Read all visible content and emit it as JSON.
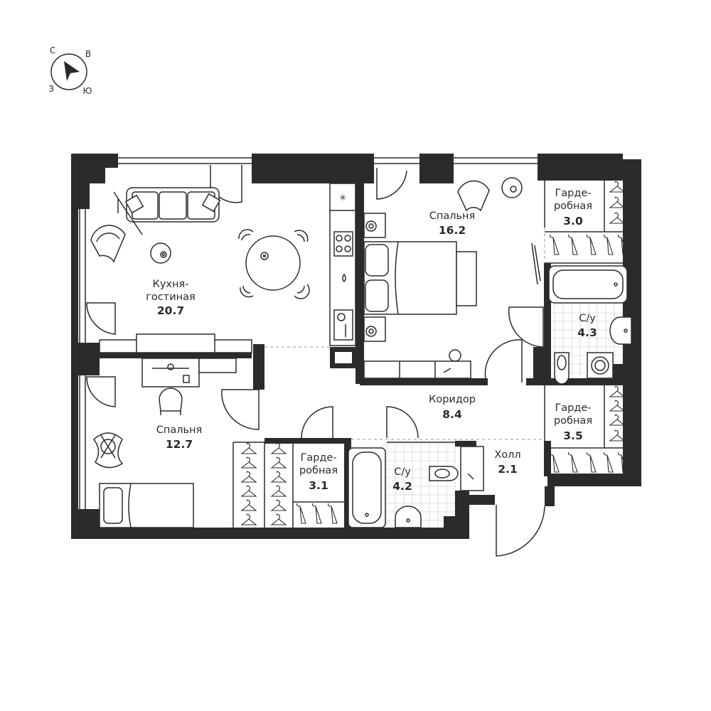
{
  "compass": {
    "north": "С",
    "east": "В",
    "west": "З",
    "south": "Ю",
    "icon": "compass-arrow-icon"
  },
  "rooms": [
    {
      "id": "kitchen-living",
      "name_lines": [
        "Кухня-",
        "гостиная"
      ],
      "area": "20.7"
    },
    {
      "id": "bedroom-1",
      "name_lines": [
        "Спальня"
      ],
      "area": "16.2"
    },
    {
      "id": "wardrobe-1",
      "name_lines": [
        "Гарде-",
        "робная"
      ],
      "area": "3.0"
    },
    {
      "id": "bathroom-1",
      "name_lines": [
        "С/у"
      ],
      "area": "4.3"
    },
    {
      "id": "wardrobe-2",
      "name_lines": [
        "Гарде-",
        "робная"
      ],
      "area": "3.5"
    },
    {
      "id": "corridor",
      "name_lines": [
        "Коридор"
      ],
      "area": "8.4"
    },
    {
      "id": "bedroom-2",
      "name_lines": [
        "Спальня"
      ],
      "area": "12.7"
    },
    {
      "id": "wardrobe-3",
      "name_lines": [
        "Гарде-",
        "робная"
      ],
      "area": "3.1"
    },
    {
      "id": "bathroom-2",
      "name_lines": [
        "С/у"
      ],
      "area": "4.2"
    },
    {
      "id": "hall",
      "name_lines": [
        "Холл"
      ],
      "area": "2.1"
    }
  ],
  "colors": {
    "wall": "#2b2b2b",
    "line": "#2b2b2b",
    "background": "#ffffff",
    "tile_grid": "#d6d6d6"
  }
}
